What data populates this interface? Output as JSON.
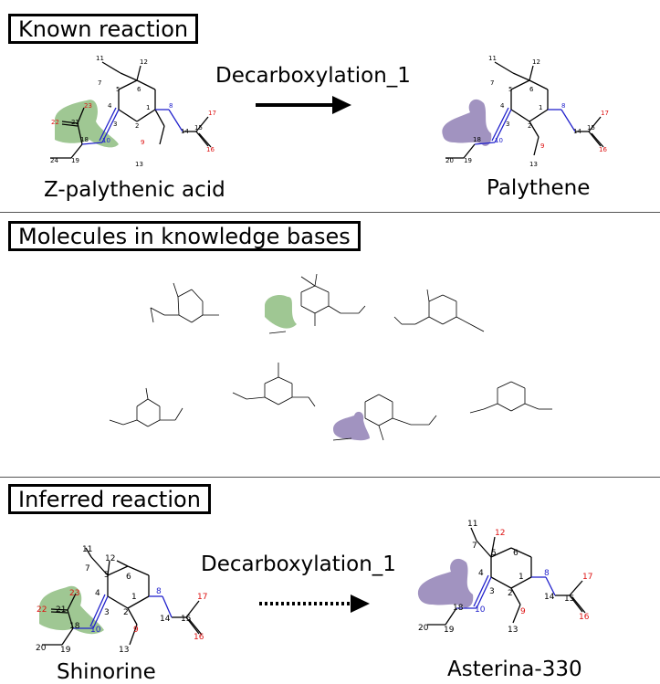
{
  "sections": {
    "known": "Known reaction",
    "knowledge": "Molecules in knowledge bases",
    "inferred": "Inferred reaction"
  },
  "known": {
    "reaction": "Decarboxylation_1",
    "reactant": "Z-palythenic acid",
    "product": "Palythene"
  },
  "inferred": {
    "reaction": "Decarboxylation_1",
    "reactant": "Shinorine",
    "product": "Asterina-330"
  },
  "colors": {
    "carbon": "#000000",
    "nitrogen": "#2222cc",
    "oxygen": "#dd1111",
    "reaction_center_green": "#7fb46f",
    "leaving_group_purple": "#8a78b0"
  },
  "atoms": {
    "n1": "1",
    "n2": "2",
    "n3": "3",
    "n4": "4",
    "n5": "5",
    "n6": "6",
    "n7": "7",
    "n8": "8",
    "n9": "9",
    "n10": "10",
    "n11": "11",
    "n12": "12",
    "n13": "13",
    "n14": "14",
    "n15": "15",
    "n16": "16",
    "n17": "17",
    "n18": "18",
    "n19": "19",
    "n20": "20",
    "n21": "21",
    "n22": "22",
    "n23": "23",
    "n24": "24"
  }
}
